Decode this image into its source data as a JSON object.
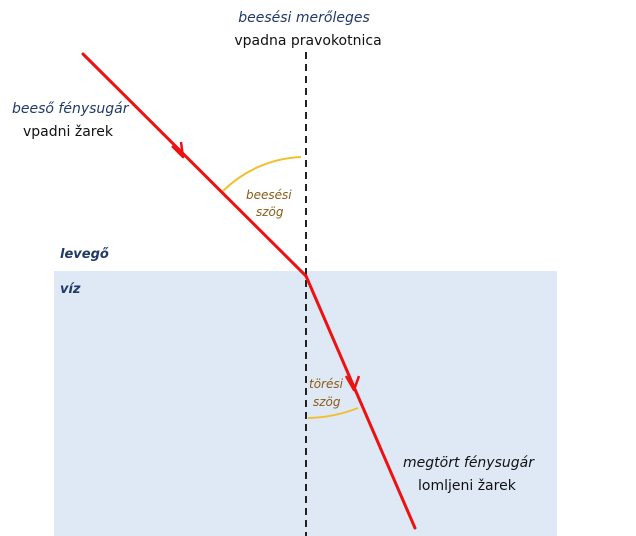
{
  "colors": {
    "water": "#dfe8f5",
    "ray": "#ee1111",
    "angle_arc": "#f0c030",
    "normal_line": "#222222",
    "navy_text": "#1f3a6b",
    "brown_text": "#8a5a18",
    "black_text": "#111111"
  },
  "labels": {
    "normal_hu": "beesési merőleges",
    "normal_hr": "vpadna pravokotnica",
    "incident_hu": "beeső fénysugár",
    "incident_hr": "vpadni žarek",
    "incidence_angle_1": "beesési",
    "incidence_angle_2": "szög",
    "air": "levegő",
    "water": "víz",
    "refraction_angle_1": "törési",
    "refraction_angle_2": "szög",
    "refracted_hu": "megtört fénysugár",
    "refracted_hr": "lomljeni žarek"
  }
}
